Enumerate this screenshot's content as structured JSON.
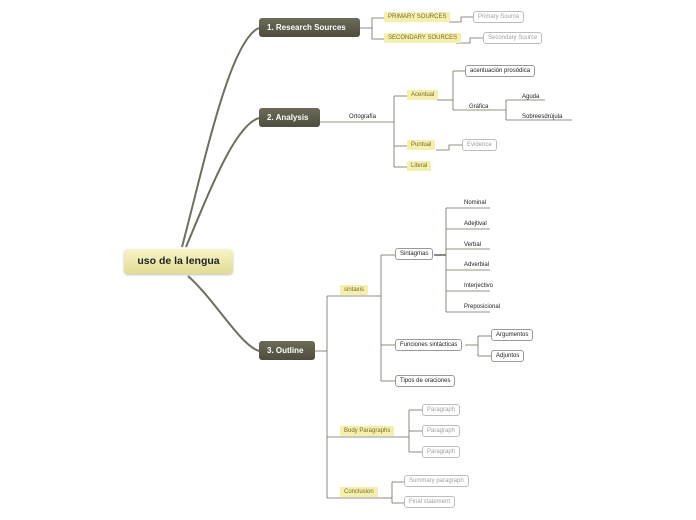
{
  "colors": {
    "link": "#6f6e5e",
    "highlight": "#f4efad",
    "main_node": "#5a5947"
  },
  "root": {
    "label": "uso de la lengua"
  },
  "research": {
    "label": "1. Research Sources",
    "primary": "PRIMARY SOURCES",
    "primary_child": "Primary Source",
    "secondary": "SECONDARY SOURCES",
    "secondary_child": "Secondary Source"
  },
  "analysis": {
    "label": "2. Analysis",
    "ortografia": "Ortografía",
    "acentual": "Acentual",
    "acentuacion": "acentuación prosódica",
    "grafica": "Gráfica",
    "aguda": "Aguda",
    "sobreesdrujula": "Sobreesdrújula",
    "puntual": "Puntual",
    "evidence": "Evidence",
    "literal": "Literal"
  },
  "outline": {
    "label": "3. Outline",
    "sintaxis": "sintaxis",
    "sintagmas": "Sintagmas",
    "sintagma_types": [
      "Nominal",
      "Adejtival",
      "Verbal",
      "Adverbial",
      "Interjectivo",
      "Preposicional"
    ],
    "funciones": "Funciones sintácticas",
    "argumentos": "Argumentos",
    "adjuntos": "Adjuntos",
    "tipos": "Tipos de oraciones",
    "body": "Body Paragraphs",
    "paragraphs": [
      "Paragraph",
      "Paragraph",
      "Paragraph"
    ],
    "conclusion": "Conclusion",
    "summary": "Summary paragraph",
    "final": "Final statement"
  }
}
